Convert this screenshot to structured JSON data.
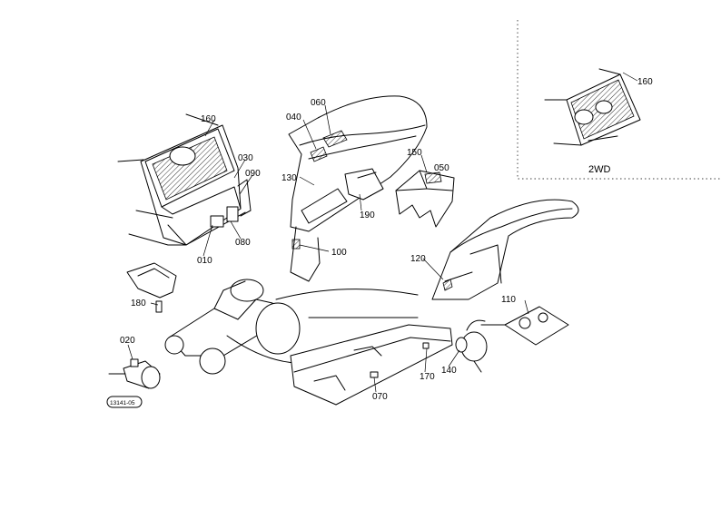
{
  "parts": [
    {
      "id": "p160a",
      "label": "160"
    },
    {
      "id": "p030",
      "label": "030"
    },
    {
      "id": "p090",
      "label": "090"
    },
    {
      "id": "p080",
      "label": "080"
    },
    {
      "id": "p010",
      "label": "010"
    },
    {
      "id": "p040",
      "label": "040"
    },
    {
      "id": "p060",
      "label": "060"
    },
    {
      "id": "p130",
      "label": "130"
    },
    {
      "id": "p190",
      "label": "190"
    },
    {
      "id": "p150",
      "label": "150"
    },
    {
      "id": "p050",
      "label": "050"
    },
    {
      "id": "p100",
      "label": "100"
    },
    {
      "id": "p120",
      "label": "120"
    },
    {
      "id": "p180",
      "label": "180"
    },
    {
      "id": "p110",
      "label": "110"
    },
    {
      "id": "p020",
      "label": "020"
    },
    {
      "id": "p140",
      "label": "140"
    },
    {
      "id": "p170",
      "label": "170"
    },
    {
      "id": "p070",
      "label": "070"
    },
    {
      "id": "p160b",
      "label": "160"
    }
  ],
  "inset": {
    "label": "2WD"
  },
  "drawing_ref": "13141-05"
}
